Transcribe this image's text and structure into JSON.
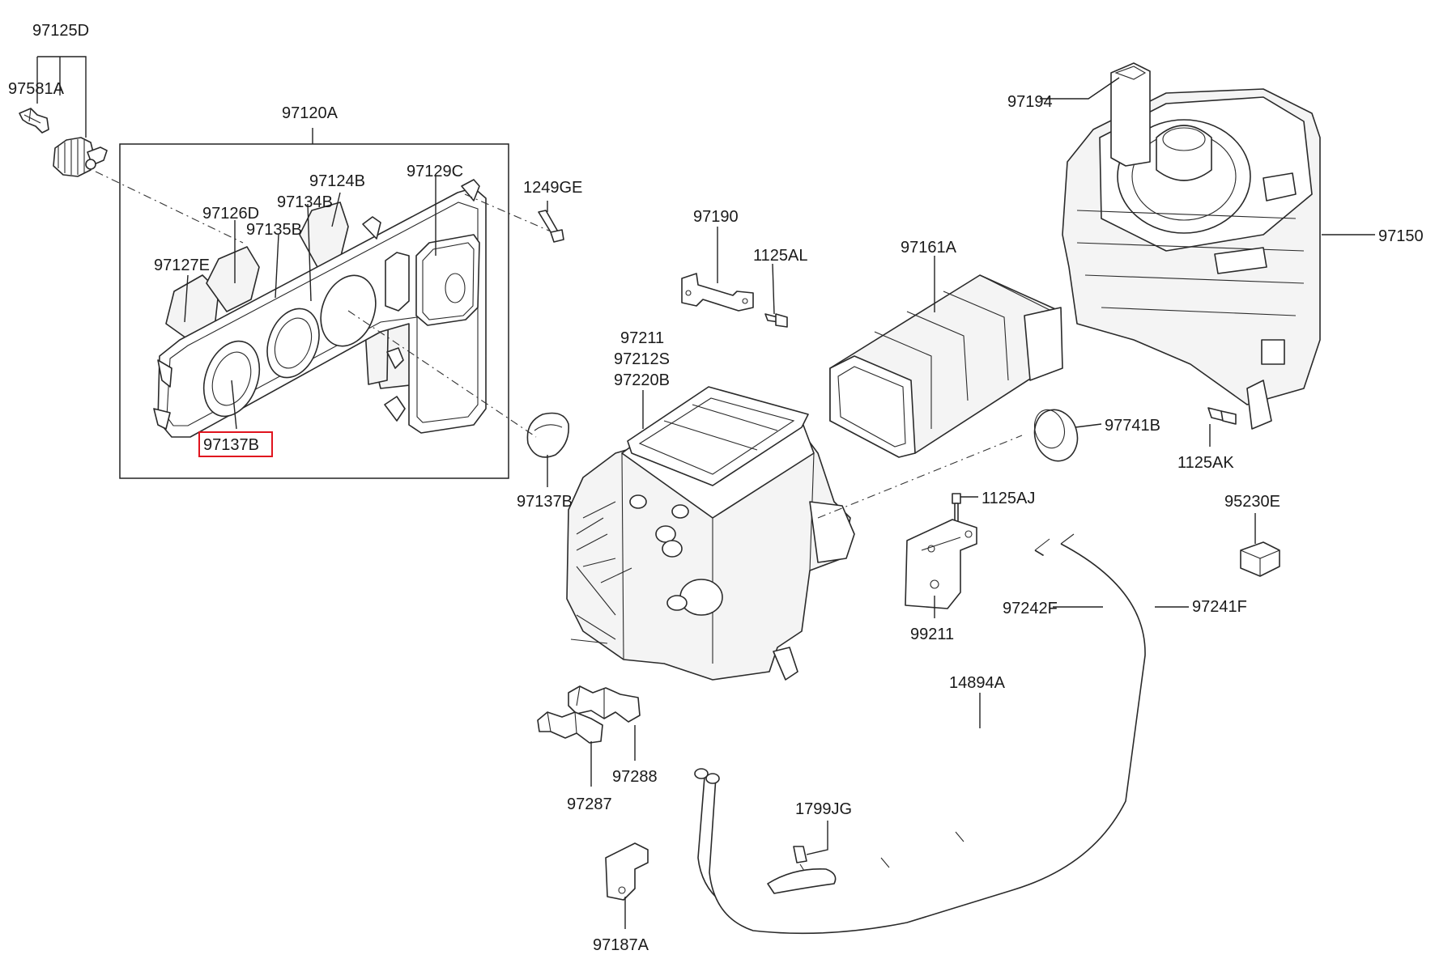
{
  "labels": {
    "l97125D": "97125D",
    "l97581A": "97581A",
    "l97120A": "97120A",
    "l97124B": "97124B",
    "l97129C": "97129C",
    "l1249GE": "1249GE",
    "l97126D": "97126D",
    "l97134B": "97134B",
    "l97135B": "97135B",
    "l97127E": "97127E",
    "l97137B_box": "97137B",
    "l97137B": "97137B",
    "l97190": "97190",
    "l1125AL": "1125AL",
    "l97211": "97211",
    "l97212S": "97212S",
    "l97220B": "97220B",
    "l97161A": "97161A",
    "l97194": "97194",
    "l97150": "97150",
    "l97741B": "97741B",
    "l1125AK": "1125AK",
    "l1125AJ": "1125AJ",
    "l95230E": "95230E",
    "l97242F": "97242F",
    "l97241F": "97241F",
    "l99211": "99211",
    "l14894A": "14894A",
    "l97288": "97288",
    "l97287": "97287",
    "l1799JG": "1799JG",
    "l97187A": "97187A"
  },
  "highlight": {
    "color": "#e0141e",
    "target": "97137B"
  }
}
